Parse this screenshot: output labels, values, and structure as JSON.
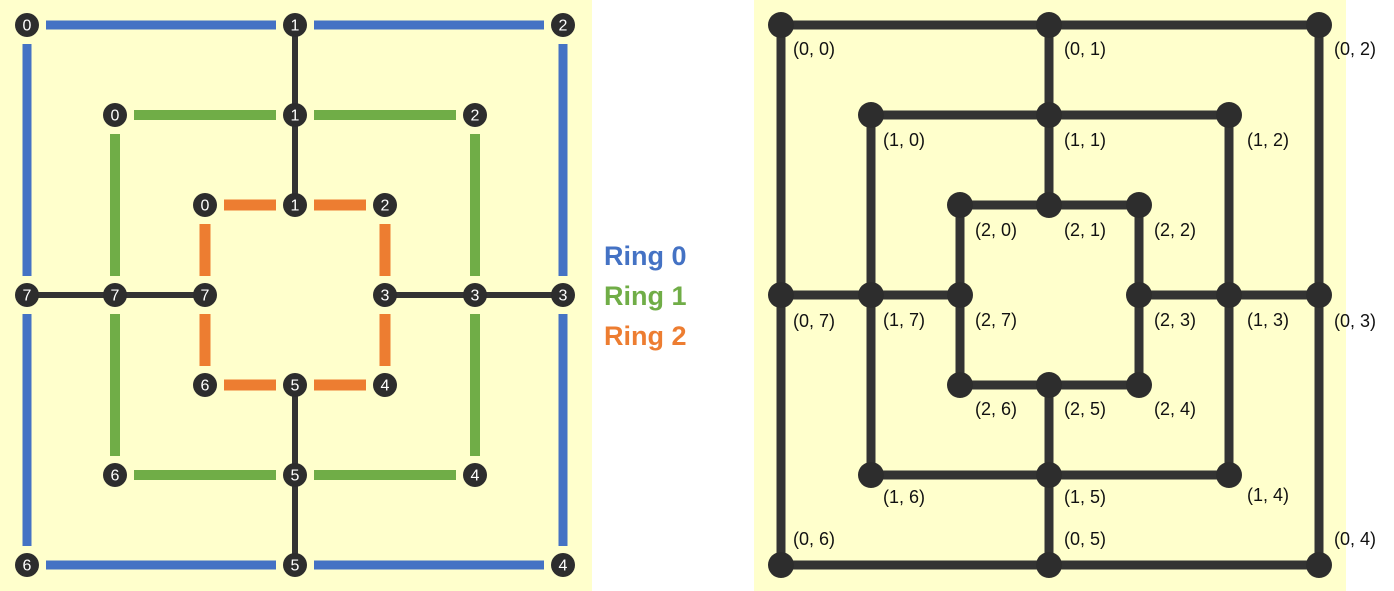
{
  "colors": {
    "board_background": "#ffffcc",
    "line": "#333333",
    "node": "#2d2d2d",
    "ring_0": "#4472c4",
    "ring_1": "#70ad47",
    "ring_2": "#ed7d31"
  },
  "legend": [
    {
      "label": "Ring 0",
      "color": "#4472c4"
    },
    {
      "label": "Ring 1",
      "color": "#70ad47"
    },
    {
      "label": "Ring 2",
      "color": "#ed7d31"
    }
  ],
  "rings": [
    {
      "ring": 0,
      "nodes": [
        "0",
        "1",
        "2",
        "3",
        "4",
        "5",
        "6",
        "7"
      ]
    },
    {
      "ring": 1,
      "nodes": [
        "0",
        "1",
        "2",
        "3",
        "4",
        "5",
        "6",
        "7"
      ]
    },
    {
      "ring": 2,
      "nodes": [
        "0",
        "1",
        "2",
        "3",
        "4",
        "5",
        "6",
        "7"
      ]
    }
  ],
  "coordinate_labels": [
    [
      "(0, 0)",
      "(0, 1)",
      "(0, 2)",
      "(0, 3)",
      "(0, 4)",
      "(0, 5)",
      "(0, 6)",
      "(0, 7)"
    ],
    [
      "(1, 0)",
      "(1, 1)",
      "(1, 2)",
      "(1, 3)",
      "(1, 4)",
      "(1, 5)",
      "(1, 6)",
      "(1, 7)"
    ],
    [
      "(2, 0)",
      "(2, 1)",
      "(2, 2)",
      "(2, 3)",
      "(2, 4)",
      "(2, 5)",
      "(2, 6)",
      "(2, 7)"
    ]
  ]
}
